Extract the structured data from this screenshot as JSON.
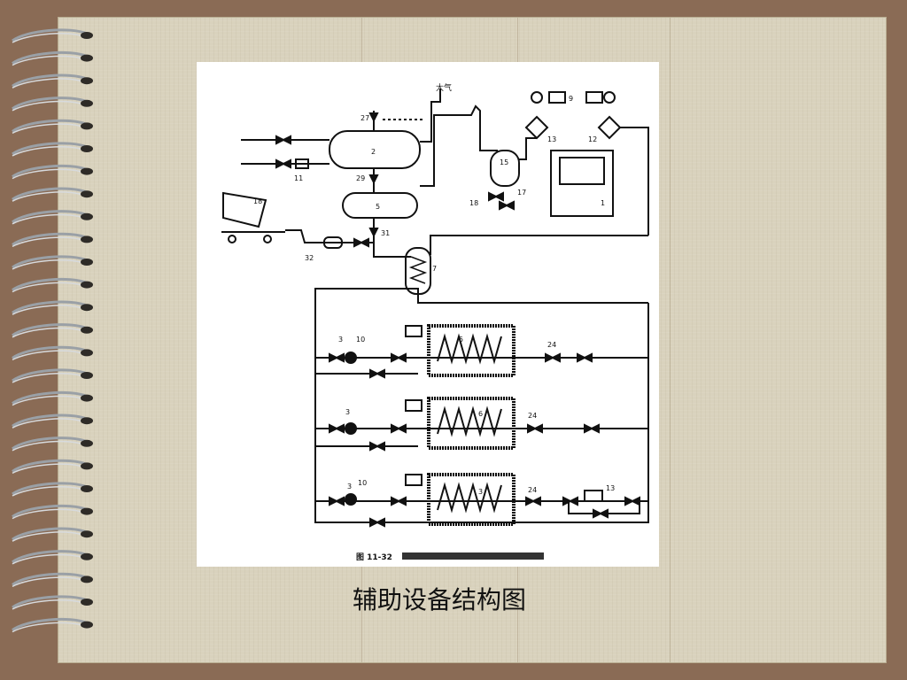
{
  "slide": {
    "caption": "辅助设备结构图"
  },
  "figure": {
    "label": "图 11-32",
    "atmosphere_label": "大气"
  }
}
